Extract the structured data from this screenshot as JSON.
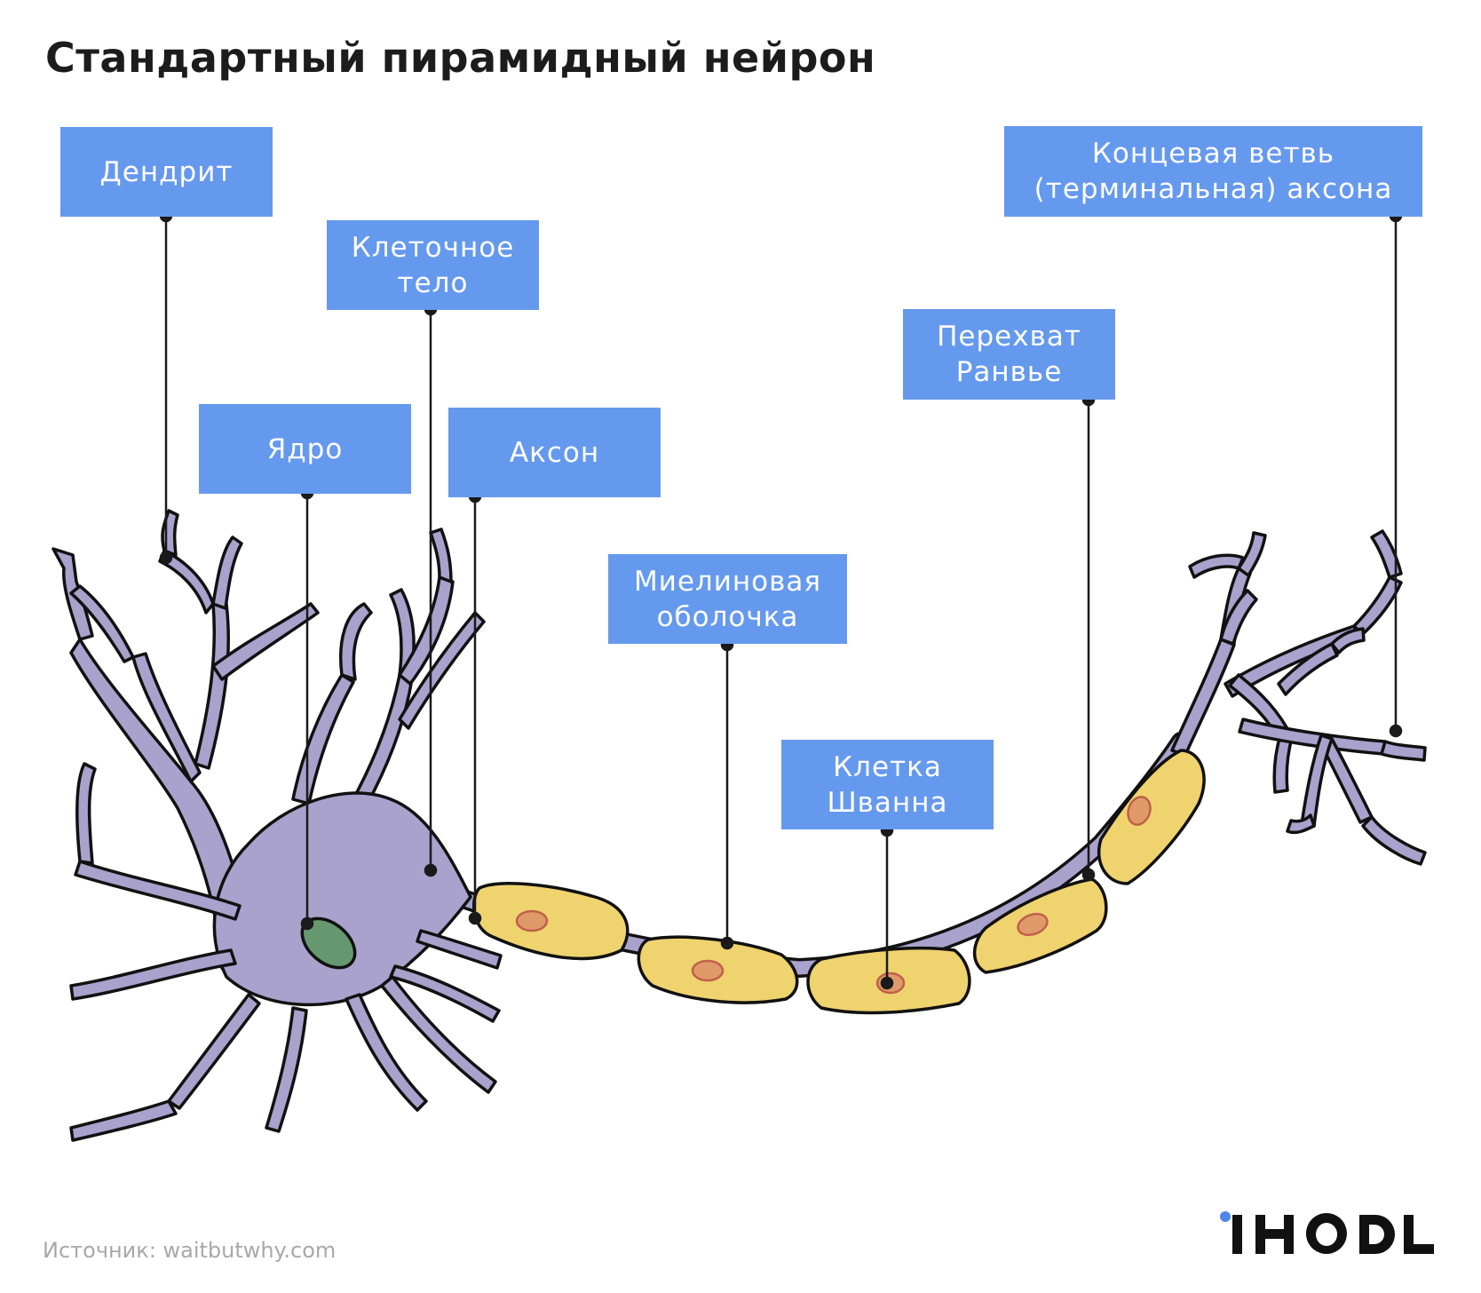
{
  "title": "Стандартный пирамидный нейрон",
  "labels": {
    "dendrite": [
      "Дендрит"
    ],
    "cell_body": [
      "Клеточное",
      "тело"
    ],
    "nucleus": [
      "Ядро"
    ],
    "axon": [
      "Аксон"
    ],
    "myelin_sheath": [
      "Миелиновая",
      "оболочка"
    ],
    "schwann_cell": [
      "Клетка",
      "Шванна"
    ],
    "node_of_ranvier": [
      "Перехват",
      "Ранвье"
    ],
    "axon_terminal": [
      "Концевая ветвь",
      "(терминальная) аксона"
    ]
  },
  "source": "Источник: waitbutwhy.com",
  "logo_text": "IHODL",
  "colors": {
    "label_bg": "#6599ee",
    "neuron": "#a8a2cc",
    "myelin": "#efd36f",
    "schwann_nucleus": "#e09a6a",
    "nucleus": "#669870",
    "outline": "#111111"
  }
}
